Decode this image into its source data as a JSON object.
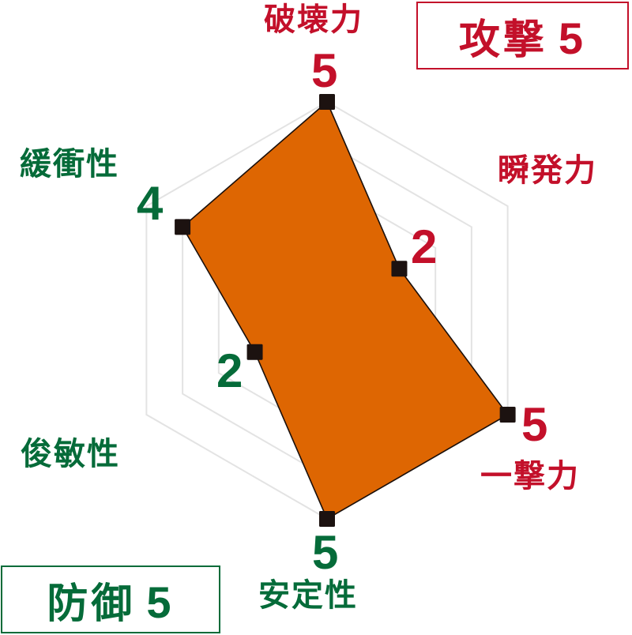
{
  "chart_data": {
    "type": "radar",
    "title": "",
    "axes": [
      "破壊力",
      "瞬発力",
      "一撃力",
      "安定性",
      "俊敏性",
      "緩衝性"
    ],
    "values": [
      5,
      2,
      5,
      5,
      2,
      4
    ],
    "range": [
      0,
      5
    ],
    "grid": true,
    "grid_rings": 5,
    "fill_color": "#de6602",
    "stroke_color": "#1a0f0a",
    "marker_color": "#1c1210",
    "axis_groups": {
      "attack": {
        "axes": [
          "破壊力",
          "瞬発力",
          "一撃力"
        ],
        "color": "#c3102a"
      },
      "defense": {
        "axes": [
          "安定性",
          "俊敏性",
          "緩衝性"
        ],
        "color": "#056b39"
      }
    }
  },
  "summary": {
    "attack": {
      "label": "攻撃",
      "value": "5"
    },
    "defense": {
      "label": "防御",
      "value": "5"
    }
  },
  "labels": {
    "destructive": {
      "name": "破壊力",
      "value": "5"
    },
    "explosive": {
      "name": "瞬発力",
      "value": "2"
    },
    "one_hit": {
      "name": "一撃力",
      "value": "5"
    },
    "stability": {
      "name": "安定性",
      "value": "5"
    },
    "agility": {
      "name": "俊敏性",
      "value": "2"
    },
    "cushioning": {
      "name": "緩衝性",
      "value": "4"
    }
  }
}
